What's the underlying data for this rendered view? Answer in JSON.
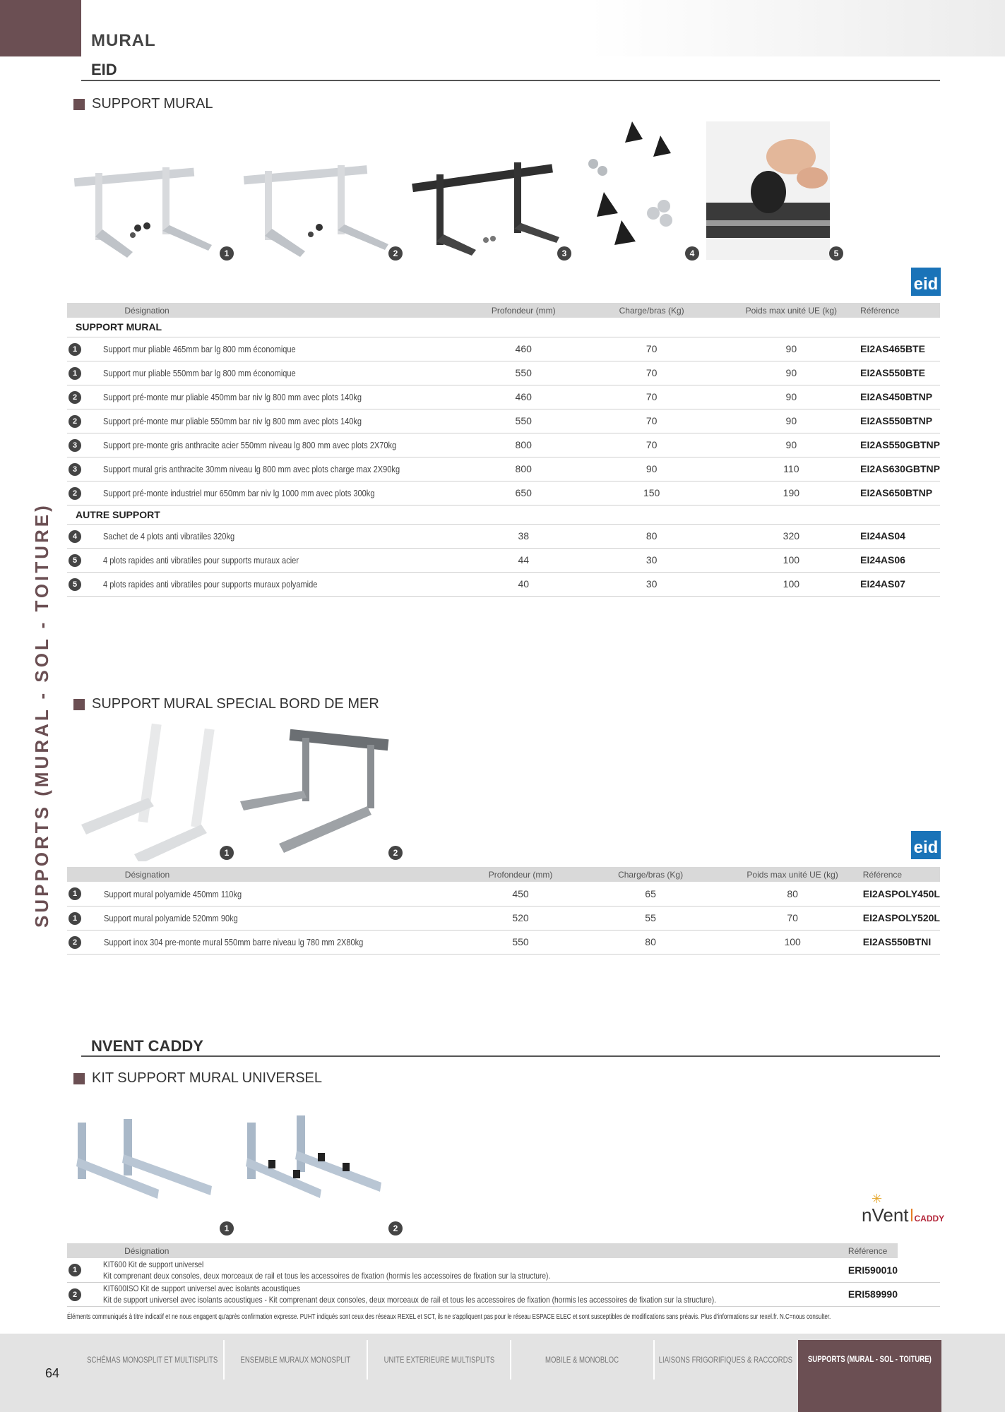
{
  "header": {
    "title": "MURAL",
    "brand_eid": "EID",
    "brand_nvent": "NVENT CADDY"
  },
  "side_label": "SUPPORTS (MURAL - SOL - TOITURE)",
  "logos": {
    "eid": "eid",
    "nvent_text": "nVent",
    "nvent_caddy": "CADDY"
  },
  "colors": {
    "accent": "#6b4f53",
    "table_header": "#d9d9d9",
    "eid_blue": "#1a73b8"
  },
  "section1": {
    "heading": "SUPPORT MURAL",
    "image_numbers": [
      "1",
      "2",
      "3",
      "4",
      "5"
    ],
    "columns": [
      "Désignation",
      "Profondeur (mm)",
      "Charge/bras (Kg)",
      "Poids max unité UE (kg)",
      "Référence"
    ],
    "group1_title": "SUPPORT MURAL",
    "group1_rows": [
      {
        "num": "1",
        "des": "Support mur pliable 465mm bar lg 800 mm économique",
        "prof": "460",
        "charge": "70",
        "poids": "90",
        "ref": "EI2AS465BTE"
      },
      {
        "num": "1",
        "des": "Support mur pliable 550mm bar lg 800 mm économique",
        "prof": "550",
        "charge": "70",
        "poids": "90",
        "ref": "EI2AS550BTE"
      },
      {
        "num": "2",
        "des": "Support pré-monte mur pliable 450mm bar niv lg 800 mm avec plots 140kg",
        "prof": "460",
        "charge": "70",
        "poids": "90",
        "ref": "EI2AS450BTNP"
      },
      {
        "num": "2",
        "des": "Support pré-monte mur pliable 550mm bar niv lg 800 mm avec plots 140kg",
        "prof": "550",
        "charge": "70",
        "poids": "90",
        "ref": "EI2AS550BTNP"
      },
      {
        "num": "3",
        "des": "Support pre-monte gris anthracite acier 550mm niveau lg 800 mm avec plots 2X70kg",
        "prof": "800",
        "charge": "70",
        "poids": "90",
        "ref": "EI2AS550GBTNP"
      },
      {
        "num": "3",
        "des": "Support mural gris anthracite 30mm niveau lg 800 mm avec plots charge max 2X90kg",
        "prof": "800",
        "charge": "90",
        "poids": "110",
        "ref": "EI2AS630GBTNP"
      },
      {
        "num": "2",
        "des": "Support pré-monte industriel mur 650mm bar niv lg 1000 mm avec plots 300kg",
        "prof": "650",
        "charge": "150",
        "poids": "190",
        "ref": "EI2AS650BTNP"
      }
    ],
    "group2_title": "AUTRE SUPPORT",
    "group2_rows": [
      {
        "num": "4",
        "des": "Sachet de 4 plots anti vibratiles 320kg",
        "prof": "38",
        "charge": "80",
        "poids": "320",
        "ref": "EI24AS04"
      },
      {
        "num": "5",
        "des": "4 plots rapides anti vibratiles pour supports muraux acier",
        "prof": "44",
        "charge": "30",
        "poids": "100",
        "ref": "EI24AS06"
      },
      {
        "num": "5",
        "des": "4 plots rapides anti vibratiles pour supports muraux polyamide",
        "prof": "40",
        "charge": "30",
        "poids": "100",
        "ref": "EI24AS07"
      }
    ]
  },
  "section2": {
    "heading": "SUPPORT MURAL SPECIAL BORD DE MER",
    "image_numbers": [
      "1",
      "2"
    ],
    "rows": [
      {
        "num": "1",
        "des": "Support mural polyamide 450mm 110kg",
        "prof": "450",
        "charge": "65",
        "poids": "80",
        "ref": "EI2ASPOLY450L"
      },
      {
        "num": "1",
        "des": "Support mural polyamide 520mm 90kg",
        "prof": "520",
        "charge": "55",
        "poids": "70",
        "ref": "EI2ASPOLY520L"
      },
      {
        "num": "2",
        "des": "Support inox 304 pre-monte mural 550mm barre niveau lg 780 mm 2X80kg",
        "prof": "550",
        "charge": "80",
        "poids": "100",
        "ref": "EI2AS550BTNI"
      }
    ]
  },
  "section3": {
    "heading": "KIT SUPPORT MURAL UNIVERSEL",
    "image_numbers": [
      "1",
      "2"
    ],
    "columns": [
      "Désignation",
      "Référence"
    ],
    "rows": [
      {
        "num": "1",
        "line1": "KIT600 Kit de support universel",
        "line2": "Kit comprenant deux consoles, deux morceaux de rail et tous les accessoires de fixation (hormis les accessoires de fixation sur la structure).",
        "ref": "ERI590010"
      },
      {
        "num": "2",
        "line1": "KIT600ISO Kit de support universel avec isolants acoustiques",
        "line2": "Kit de support universel avec isolants acoustiques - Kit comprenant deux consoles, deux morceaux de rail et tous les accessoires de fixation (hormis les accessoires de fixation sur la structure).",
        "ref": "ERI589990"
      }
    ]
  },
  "disclaimer": "Éléments communiqués à titre indicatif et ne nous engagent qu'après confirmation expresse. PUHT indiqués sont ceux des réseaux REXEL et SCT, ils ne s'appliquent pas pour le réseau ESPACE ELEC et sont susceptibles de modifications sans préavis. Plus d'informations sur rexel.fr. N.C=nous consulter.",
  "footer": {
    "tabs": [
      "SCHÉMAS MONOSPLIT ET MULTISPLITS",
      "ENSEMBLE MURAUX MONOSPLIT",
      "UNITE EXTERIEURE MULTISPLITS",
      "MOBILE & MONOBLOC",
      "LIAISONS FRIGORIFIQUES & RACCORDS",
      "SUPPORTS (MURAL - SOL - TOITURE)"
    ],
    "active_index": 5,
    "page_number": "64"
  }
}
